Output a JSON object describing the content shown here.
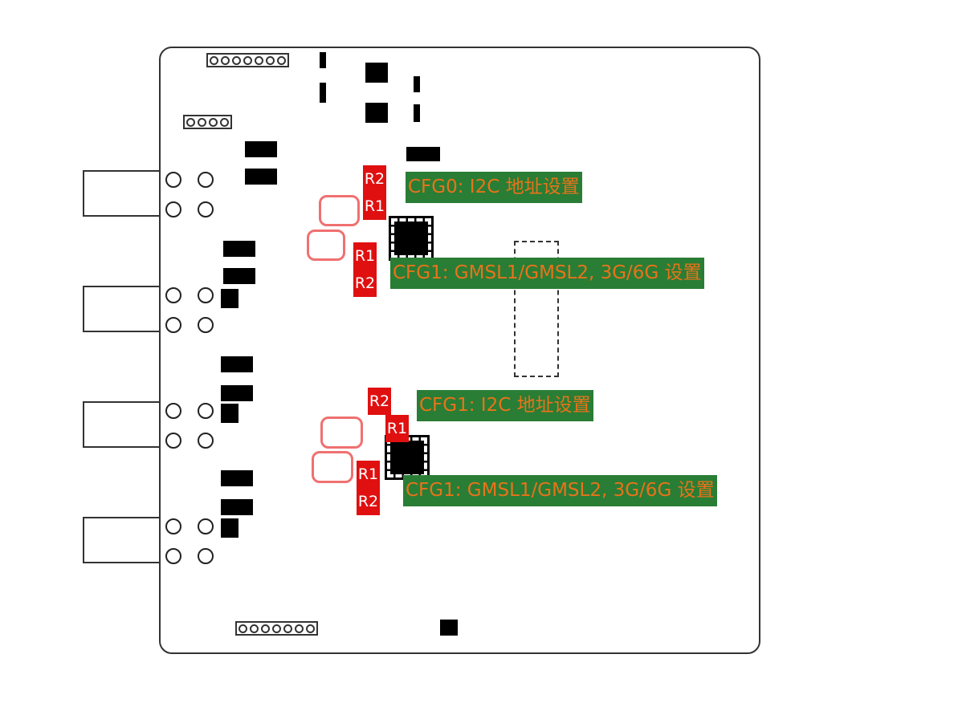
{
  "labels": {
    "r_top": [
      "R2",
      "R1"
    ],
    "r_second": [
      "R1",
      "R2"
    ],
    "r_third": [
      "R2",
      "R1"
    ],
    "r_fourth": [
      "R1",
      "R2"
    ],
    "notes": [
      "CFG0: I2C 地址设置",
      "CFG1: GMSL1/GMSL2, 3G/6G 设置",
      "CFG1: I2C 地址设置",
      "CFG1: GMSL1/GMSL2, 3G/6G 设置"
    ]
  },
  "colors": {
    "tag": "#e01010",
    "note_bg": "#2a7d35",
    "note_text": "#e8731a",
    "highlight": "#f07070"
  }
}
